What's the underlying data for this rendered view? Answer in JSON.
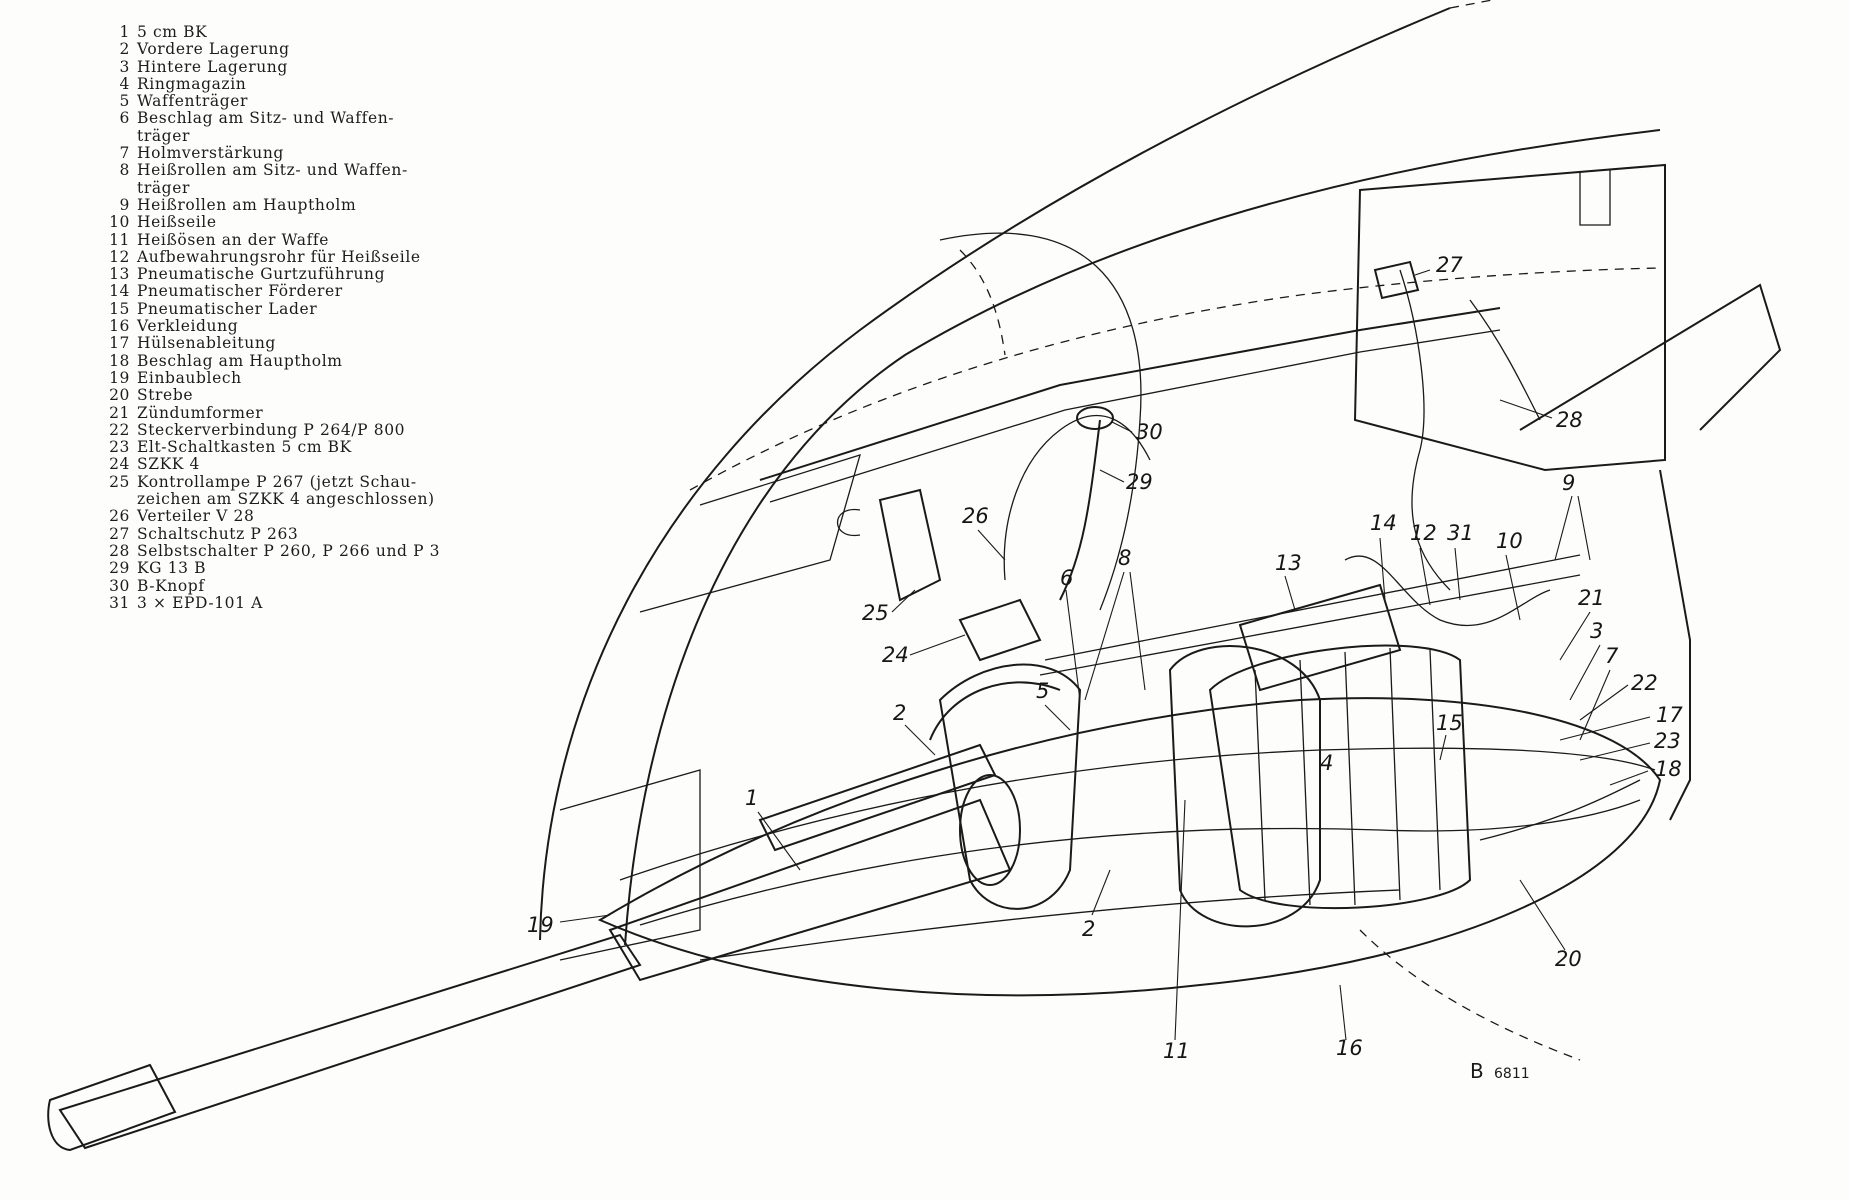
{
  "legend": [
    {
      "num": "1",
      "text": "5 cm BK"
    },
    {
      "num": "2",
      "text": "Vordere Lagerung"
    },
    {
      "num": "3",
      "text": "Hintere Lagerung"
    },
    {
      "num": "4",
      "text": "Ringmagazin"
    },
    {
      "num": "5",
      "text": "Waffenträger"
    },
    {
      "num": "6",
      "text": "Beschlag am Sitz- und Waffen-\nträger"
    },
    {
      "num": "7",
      "text": "Holmverstärkung"
    },
    {
      "num": "8",
      "text": "Heißrollen am Sitz- und Waffen-\nträger"
    },
    {
      "num": "9",
      "text": "Heißrollen am Hauptholm"
    },
    {
      "num": "10",
      "text": "Heißseile"
    },
    {
      "num": "11",
      "text": "Heißösen an der Waffe"
    },
    {
      "num": "12",
      "text": "Aufbewahrungsrohr für Heißseile"
    },
    {
      "num": "13",
      "text": "Pneumatische Gurtzuführung"
    },
    {
      "num": "14",
      "text": "Pneumatischer Förderer"
    },
    {
      "num": "15",
      "text": "Pneumatischer Lader"
    },
    {
      "num": "16",
      "text": "Verkleidung"
    },
    {
      "num": "17",
      "text": "Hülsenableitung"
    },
    {
      "num": "18",
      "text": "Beschlag am Hauptholm"
    },
    {
      "num": "19",
      "text": "Einbaublech"
    },
    {
      "num": "20",
      "text": "Strebe"
    },
    {
      "num": "21",
      "text": "Zündumformer"
    },
    {
      "num": "22",
      "text": "Steckerverbindung P 264/P 800"
    },
    {
      "num": "23",
      "text": "Elt-Schaltkasten 5 cm BK"
    },
    {
      "num": "24",
      "text": "SZKK 4"
    },
    {
      "num": "25",
      "text": "Kontrollampe P 267 (jetzt Schau-\nzeichen am SZKK 4 angeschlossen)"
    },
    {
      "num": "26",
      "text": "Verteiler V 28"
    },
    {
      "num": "27",
      "text": "Schaltschutz P 263"
    },
    {
      "num": "28",
      "text": "Selbstschalter P 260, P 266 und P 3"
    },
    {
      "num": "29",
      "text": "KG 13 B"
    },
    {
      "num": "30",
      "text": "B-Knopf"
    },
    {
      "num": "31",
      "text": "3 × EPD-101 A"
    }
  ],
  "callouts": [
    {
      "label": "1"
    },
    {
      "label": "2"
    },
    {
      "label": "2"
    },
    {
      "label": "3"
    },
    {
      "label": "4"
    },
    {
      "label": "5"
    },
    {
      "label": "6"
    },
    {
      "label": "7"
    },
    {
      "label": "8"
    },
    {
      "label": "9"
    },
    {
      "label": "10"
    },
    {
      "label": "11"
    },
    {
      "label": "12"
    },
    {
      "label": "13"
    },
    {
      "label": "14"
    },
    {
      "label": "15"
    },
    {
      "label": "16"
    },
    {
      "label": "17"
    },
    {
      "label": "18"
    },
    {
      "label": "19"
    },
    {
      "label": "20"
    },
    {
      "label": "21"
    },
    {
      "label": "22"
    },
    {
      "label": "23"
    },
    {
      "label": "24"
    },
    {
      "label": "25"
    },
    {
      "label": "26"
    },
    {
      "label": "27"
    },
    {
      "label": "28"
    },
    {
      "label": "29"
    },
    {
      "label": "30"
    },
    {
      "label": "31"
    }
  ],
  "plate": {
    "prefix": "B",
    "number": "6811"
  }
}
